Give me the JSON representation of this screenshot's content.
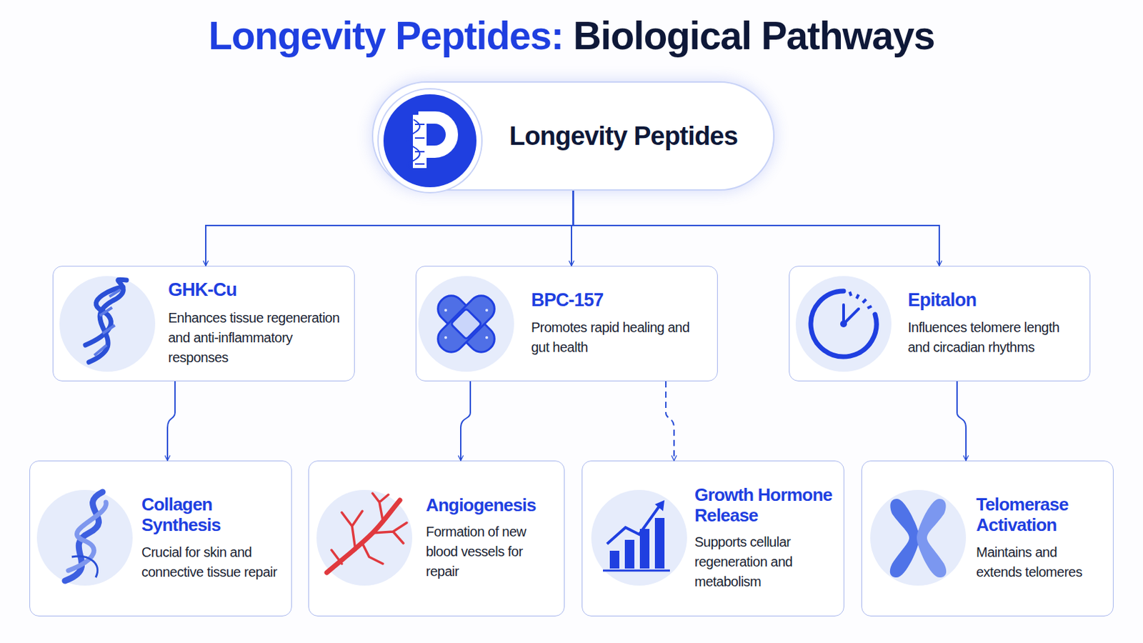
{
  "diagram": {
    "title": "Longevity Peptides: Biological Pathways",
    "nodes": [
      {
        "text": [
          "Longevity Peptides"
        ]
      },
      {
        "text": [
          "GHK-Cu",
          "Enhances tissue regeneration and anti-inflammatory responses"
        ]
      },
      {
        "text": [
          "BPC-157",
          "Promotes rapid healing and gut health"
        ]
      },
      {
        "text": [
          "Epitalon",
          "Influences telomere length and circadian rhythms"
        ]
      },
      {
        "text": [
          "Collagen Synthesis",
          "Crucial for skin and connective tissue repair"
        ]
      },
      {
        "text": [
          "Angiogenesis",
          "Formation of new blood vessels for repair"
        ]
      },
      {
        "text": [
          "Growth Hormone Release",
          "Supports cellular regeneration and metabolism"
        ]
      },
      {
        "text": [
          "Telomerase Activation",
          "Maintains and extends telomeres"
        ]
      }
    ],
    "edges": [
      {
        "from": 0,
        "to": 1,
        "arrow": "to"
      },
      {
        "from": 0,
        "to": 2,
        "arrow": "to"
      },
      {
        "from": 0,
        "to": 3,
        "arrow": "to"
      },
      {
        "from": 1,
        "to": 4,
        "arrow": "to"
      },
      {
        "from": 2,
        "to": 5,
        "arrow": "to"
      },
      {
        "from": 2,
        "to": 6,
        "arrow": "to"
      },
      {
        "from": 3,
        "to": 7,
        "arrow": "to"
      }
    ]
  }
}
